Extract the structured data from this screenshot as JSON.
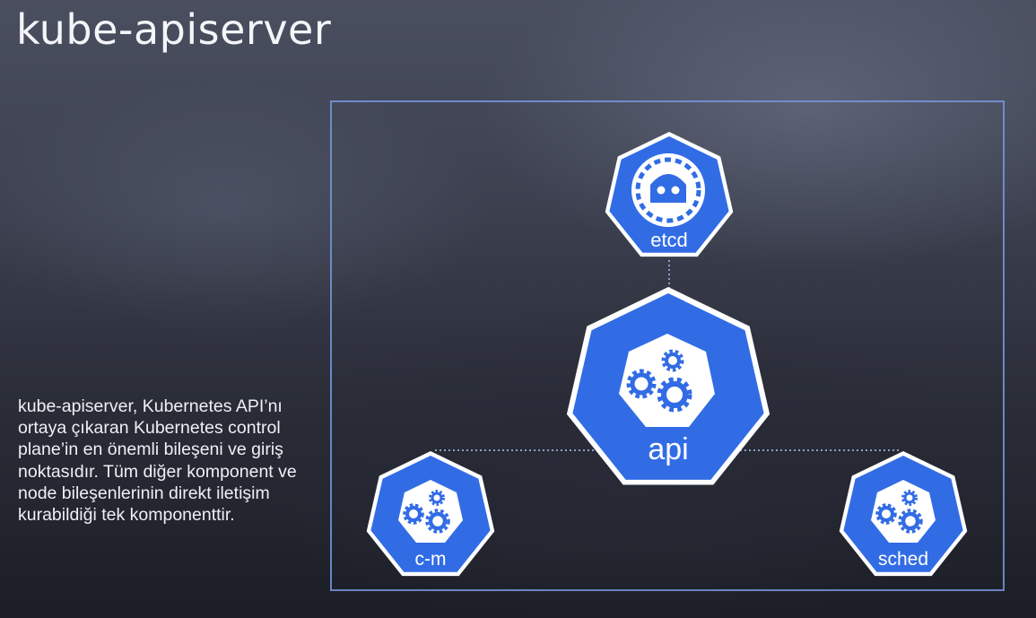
{
  "slide": {
    "title": "kube-apiserver",
    "description": "kube-apiserver, Kubernetes API’nı ortaya çıkaran Kubernetes control plane’in en önemli bileşeni ve giriş noktasıdır. Tüm diğer komponent ve node bileşenlerinin direkt iletişim kurabildiği tek komponenttir."
  },
  "components": {
    "etcd": {
      "label": "etcd",
      "icon": "etcd-robot-icon"
    },
    "api": {
      "label": "api",
      "icon": "gears-icon"
    },
    "cm": {
      "label": "c-m",
      "icon": "gears-icon"
    },
    "sched": {
      "label": "sched",
      "icon": "gears-icon"
    }
  },
  "colors": {
    "node_fill": "#326ce5",
    "node_border": "#ffffff",
    "frame": "#7896dc",
    "connector": "#8aa0c8"
  }
}
